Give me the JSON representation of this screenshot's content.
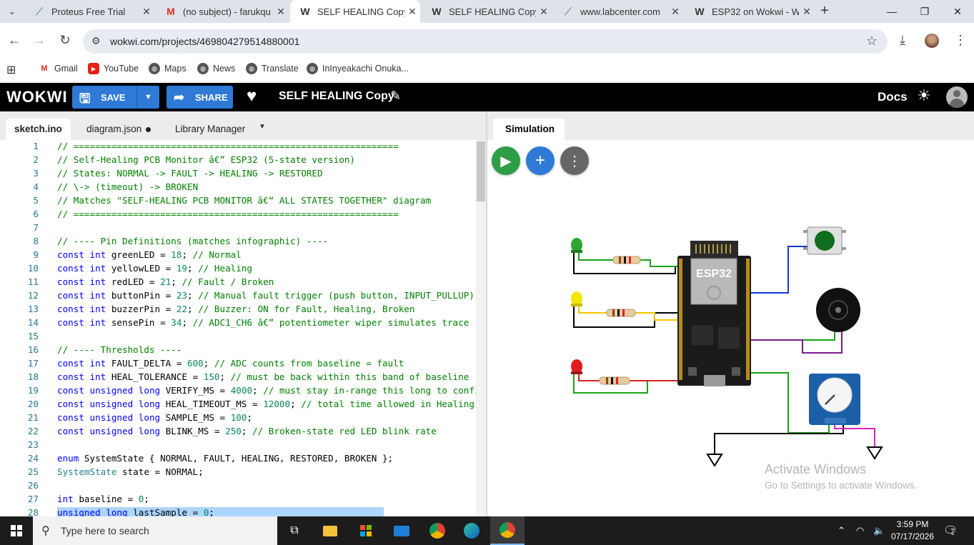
{
  "browser": {
    "tabs": [
      {
        "title": "Proteus Free Trial",
        "icon": "labcenter-icon"
      },
      {
        "title": "(no subject) - farukqu",
        "icon": "gmail-icon"
      },
      {
        "title": "SELF HEALING Copy -",
        "icon": "wokwi-icon"
      },
      {
        "title": "SELF HEALING Copy -",
        "icon": "wokwi-icon"
      },
      {
        "title": "www.labcenter.com",
        "icon": "labcenter-icon"
      },
      {
        "title": "ESP32 on Wokwi - W",
        "icon": "wokwi-icon"
      }
    ],
    "url": "wokwi.com/projects/469804279514880001",
    "bookmarks": [
      "Gmail",
      "YouTube",
      "Maps",
      "News",
      "Translate",
      "InInyeakachi Onuka..."
    ]
  },
  "wokwi": {
    "logo": "WOKWI",
    "save_label": "SAVE",
    "share_label": "SHARE",
    "project_title": "SELF HEALING Copy",
    "docs_label": "Docs",
    "editor_tabs": [
      "sketch.ino",
      "diagram.json",
      "Library Manager"
    ],
    "sim_tab": "Simulation",
    "chip_label": "ESP32",
    "accent_color": "#2e7ad6"
  },
  "code_lines": [
    "// ============================================================",
    "// Self-Healing PCB Monitor â€” ESP32 (5-state version)",
    "// States: NORMAL -> FAULT -> HEALING -> RESTORED",
    "// \\-> (timeout) -> BROKEN",
    "// Matches \"SELF-HEALING PCB MONITOR â€“ ALL STATES TOGETHER\" diagram",
    "// ============================================================",
    "",
    "// ---- Pin Definitions (matches infographic) ----",
    "const int greenLED = 18; // Normal",
    "const int yellowLED = 19; // Healing",
    "const int redLED = 21; // Fault / Broken",
    "const int buttonPin = 23; // Manual fault trigger (push button, INPUT_PULLUP)",
    "const int buzzerPin = 22; // Buzzer: ON for Fault, Healing, Broken",
    "const int sensePin = 34; // ADC1_CH6 â€” potentiometer wiper simulates trace r",
    "",
    "// ---- Thresholds ----",
    "const int FAULT_DELTA = 600; // ADC counts from baseline = fault",
    "const int HEAL_TOLERANCE = 150; // must be back within this band of baseline",
    "const unsigned long VERIFY_MS = 4000; // must stay in-range this long to confi",
    "const unsigned long HEAL_TIMEOUT_MS = 12000; // total time allowed in Healing",
    "const unsigned long SAMPLE_MS = 100;",
    "const unsigned long BLINK_MS = 250; // Broken-state red LED blink rate",
    "",
    "enum SystemState { NORMAL, FAULT, HEALING, RESTORED, BROKEN };",
    "SystemState state = NORMAL;",
    "",
    "int baseline = 0;",
    "unsigned long lastSample = 0;"
  ],
  "watermark": {
    "line1": "Activate Windows",
    "line2": "Go to Settings to activate Windows."
  },
  "taskbar": {
    "search_placeholder": "Type here to search",
    "time": "3:59 PM",
    "date": "07/17/2026",
    "notifications": "7"
  }
}
